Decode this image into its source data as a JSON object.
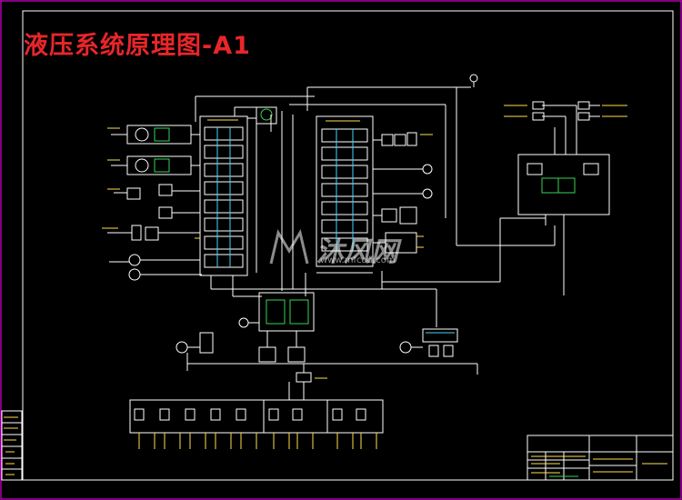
{
  "title": "液压系统原理图-A1",
  "watermark": {
    "name": "沐风网",
    "url": "www.mfcad.com"
  },
  "colors": {
    "background": "#000000",
    "title": "#e8262a",
    "line": "#ffffff",
    "border": "#ff00ff",
    "accent_green": "#39d353",
    "accent_cyan": "#3fd6ff",
    "accent_yellow": "#ffe04a"
  }
}
